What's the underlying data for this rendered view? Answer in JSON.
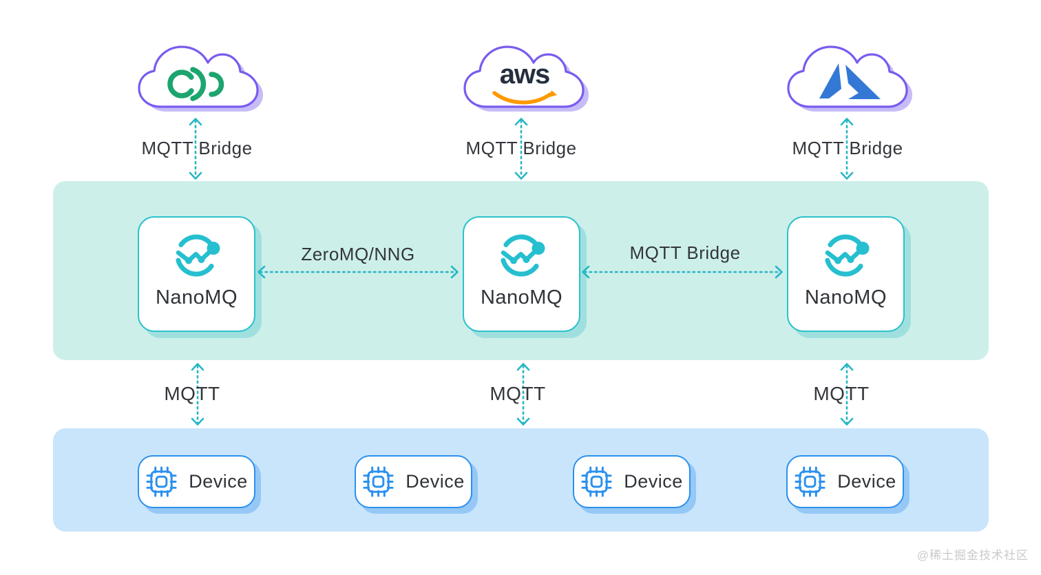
{
  "clouds": [
    {
      "logo": "green-arcs-cloud-logo",
      "bridge_label": "MQTT Bridge"
    },
    {
      "logo": "aws-cloud-logo",
      "logo_text": "aws",
      "bridge_label": "MQTT Bridge"
    },
    {
      "logo": "azure-cloud-logo",
      "bridge_label": "MQTT Bridge"
    }
  ],
  "broker_layer": {
    "nodes": [
      {
        "label": "NanoMQ"
      },
      {
        "label": "NanoMQ"
      },
      {
        "label": "NanoMQ"
      }
    ],
    "links": [
      {
        "label": "ZeroMQ/NNG"
      },
      {
        "label": "MQTT Bridge"
      }
    ]
  },
  "device_links": [
    {
      "label": "MQTT"
    },
    {
      "label": "MQTT"
    },
    {
      "label": "MQTT"
    }
  ],
  "device_layer": {
    "devices": [
      {
        "label": "Device"
      },
      {
        "label": "Device"
      },
      {
        "label": "Device"
      },
      {
        "label": "Device"
      }
    ]
  },
  "watermark": "@稀土掘金技术社区",
  "colors": {
    "teal_accent": "#27B7C5",
    "teal_band": "#CDEFEA",
    "blue_band": "#C9E5FB",
    "blue_accent": "#2B90EE",
    "cloud_purple": "#7A5BEF",
    "cloud_shadow": "#C7BCF7",
    "nanomq_teal": "#26BFD0",
    "green_logo": "#1CA56F",
    "aws_navy": "#252F3E",
    "aws_orange": "#FF9900",
    "azure_blue": "#3478D5",
    "text": "#33363B",
    "watermark_gray": "#CACACA"
  }
}
